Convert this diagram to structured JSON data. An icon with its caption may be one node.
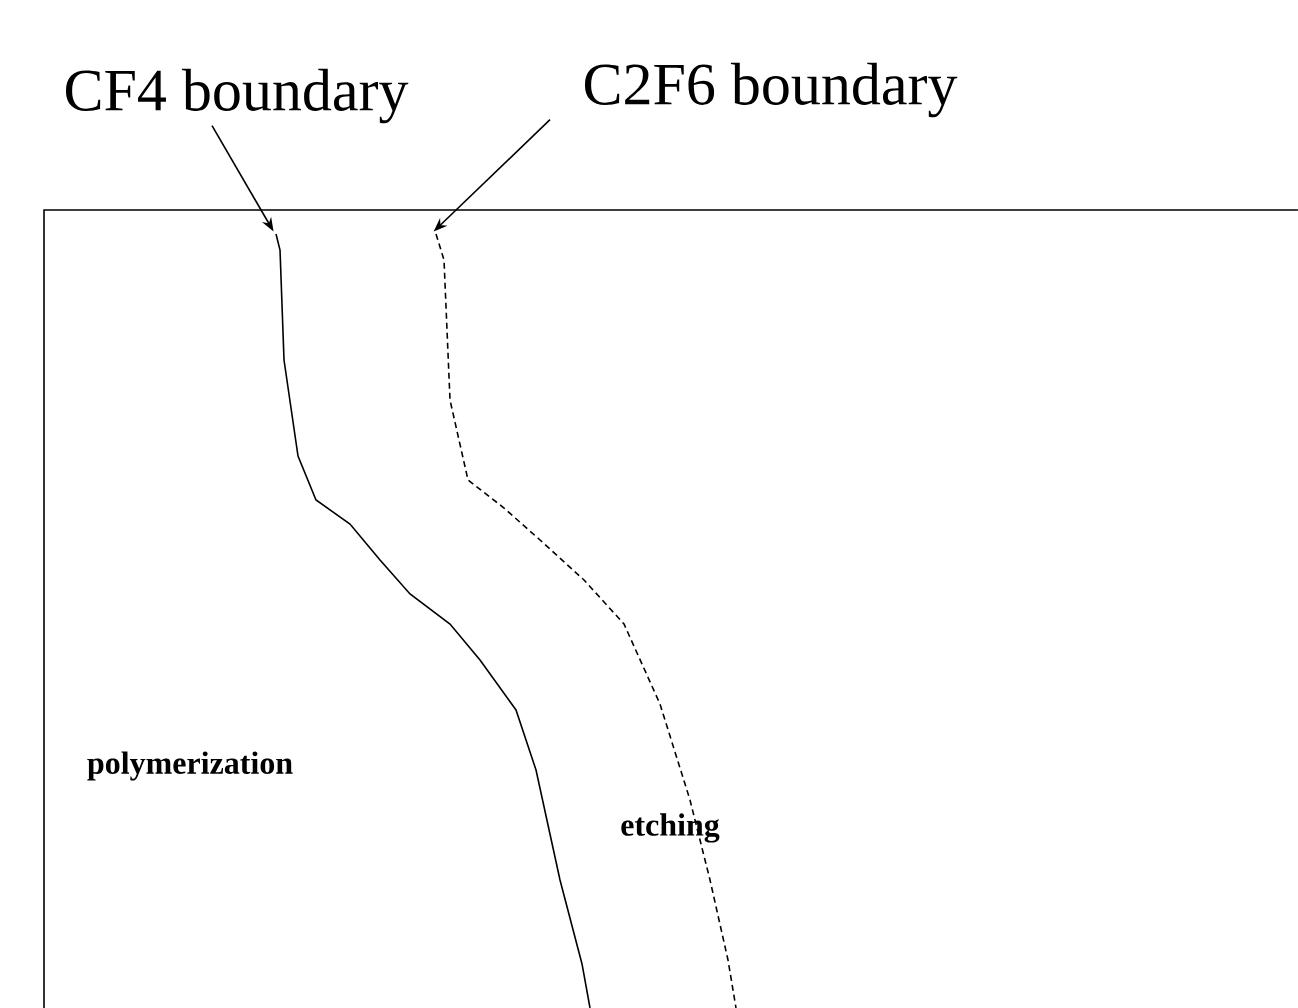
{
  "diagram": {
    "nodes": [
      {
        "text": [
          "CF4 boundary"
        ]
      },
      {
        "text": [
          "C2F6 boundary"
        ]
      },
      {
        "text": [],
        "shape": "line"
      },
      {
        "text": [],
        "shape": "line"
      }
    ],
    "edges": [
      {
        "from": 0,
        "to": 2,
        "arrow": "to"
      },
      {
        "from": 1,
        "to": 3,
        "arrow": "to"
      }
    ],
    "labels": [
      "polymerization",
      "etching"
    ]
  }
}
